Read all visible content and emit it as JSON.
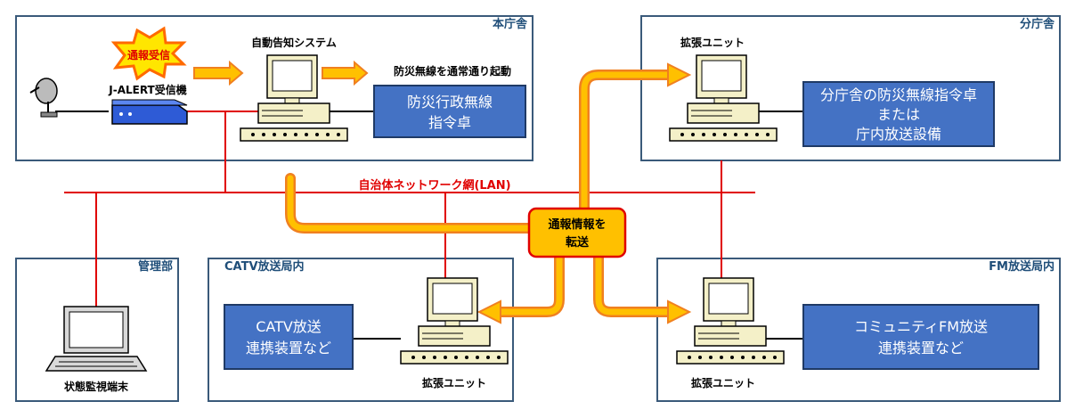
{
  "regions": {
    "honchosha": "本庁舎",
    "bunchosha": "分庁舎",
    "kanribu": "管理部",
    "catv": "CATV放送局内",
    "fm": "FM放送局内"
  },
  "labels": {
    "alert_burst": "通報受信",
    "auto_system": "自動告知システム",
    "jalert": "J-ALERT受信機",
    "bousai_start": "防災無線を通常通り起動",
    "bousai_console": [
      "防災行政無線",
      "指令卓"
    ],
    "branch_console": [
      "分庁舎の防災無線指令卓",
      "または",
      "庁内放送設備"
    ],
    "network": "自治体ネットワーク網(LAN)",
    "transfer": [
      "通報情報を",
      "転送"
    ],
    "monitor": "状態監視端末",
    "ext_unit_branch": "拡張ユニット",
    "ext_unit_catv": "拡張ユニット",
    "ext_unit_fm": "拡張ユニット",
    "catv_device": [
      "CATV放送",
      "連携装置など"
    ],
    "fm_device": [
      "コミュニティFM放送",
      "連携装置など"
    ]
  },
  "colors": {
    "red_line": "#e00000",
    "box_border": "#3a5a7a",
    "blue_fill": "#4472c4",
    "arrow_fill": "#ffc000",
    "arrow_stroke": "#f08020"
  }
}
